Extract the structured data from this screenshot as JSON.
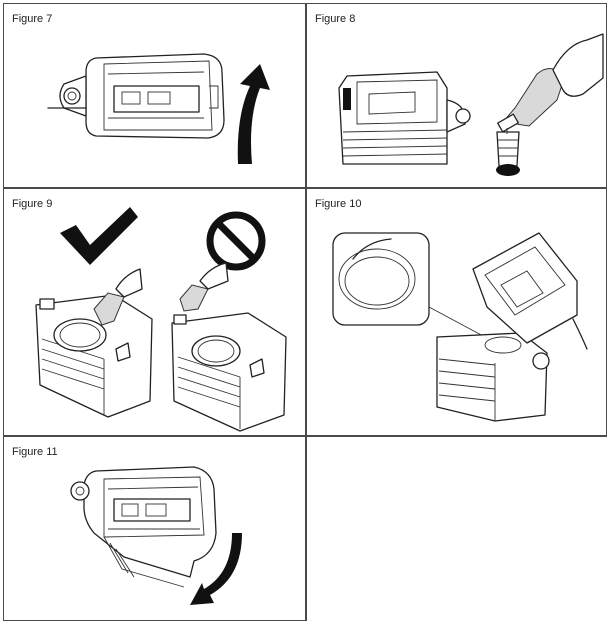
{
  "figures": [
    {
      "caption": "Figure 7"
    },
    {
      "caption": "Figure 8"
    },
    {
      "caption": "Figure 9"
    },
    {
      "caption": "Figure 10"
    },
    {
      "caption": "Figure 11"
    }
  ]
}
